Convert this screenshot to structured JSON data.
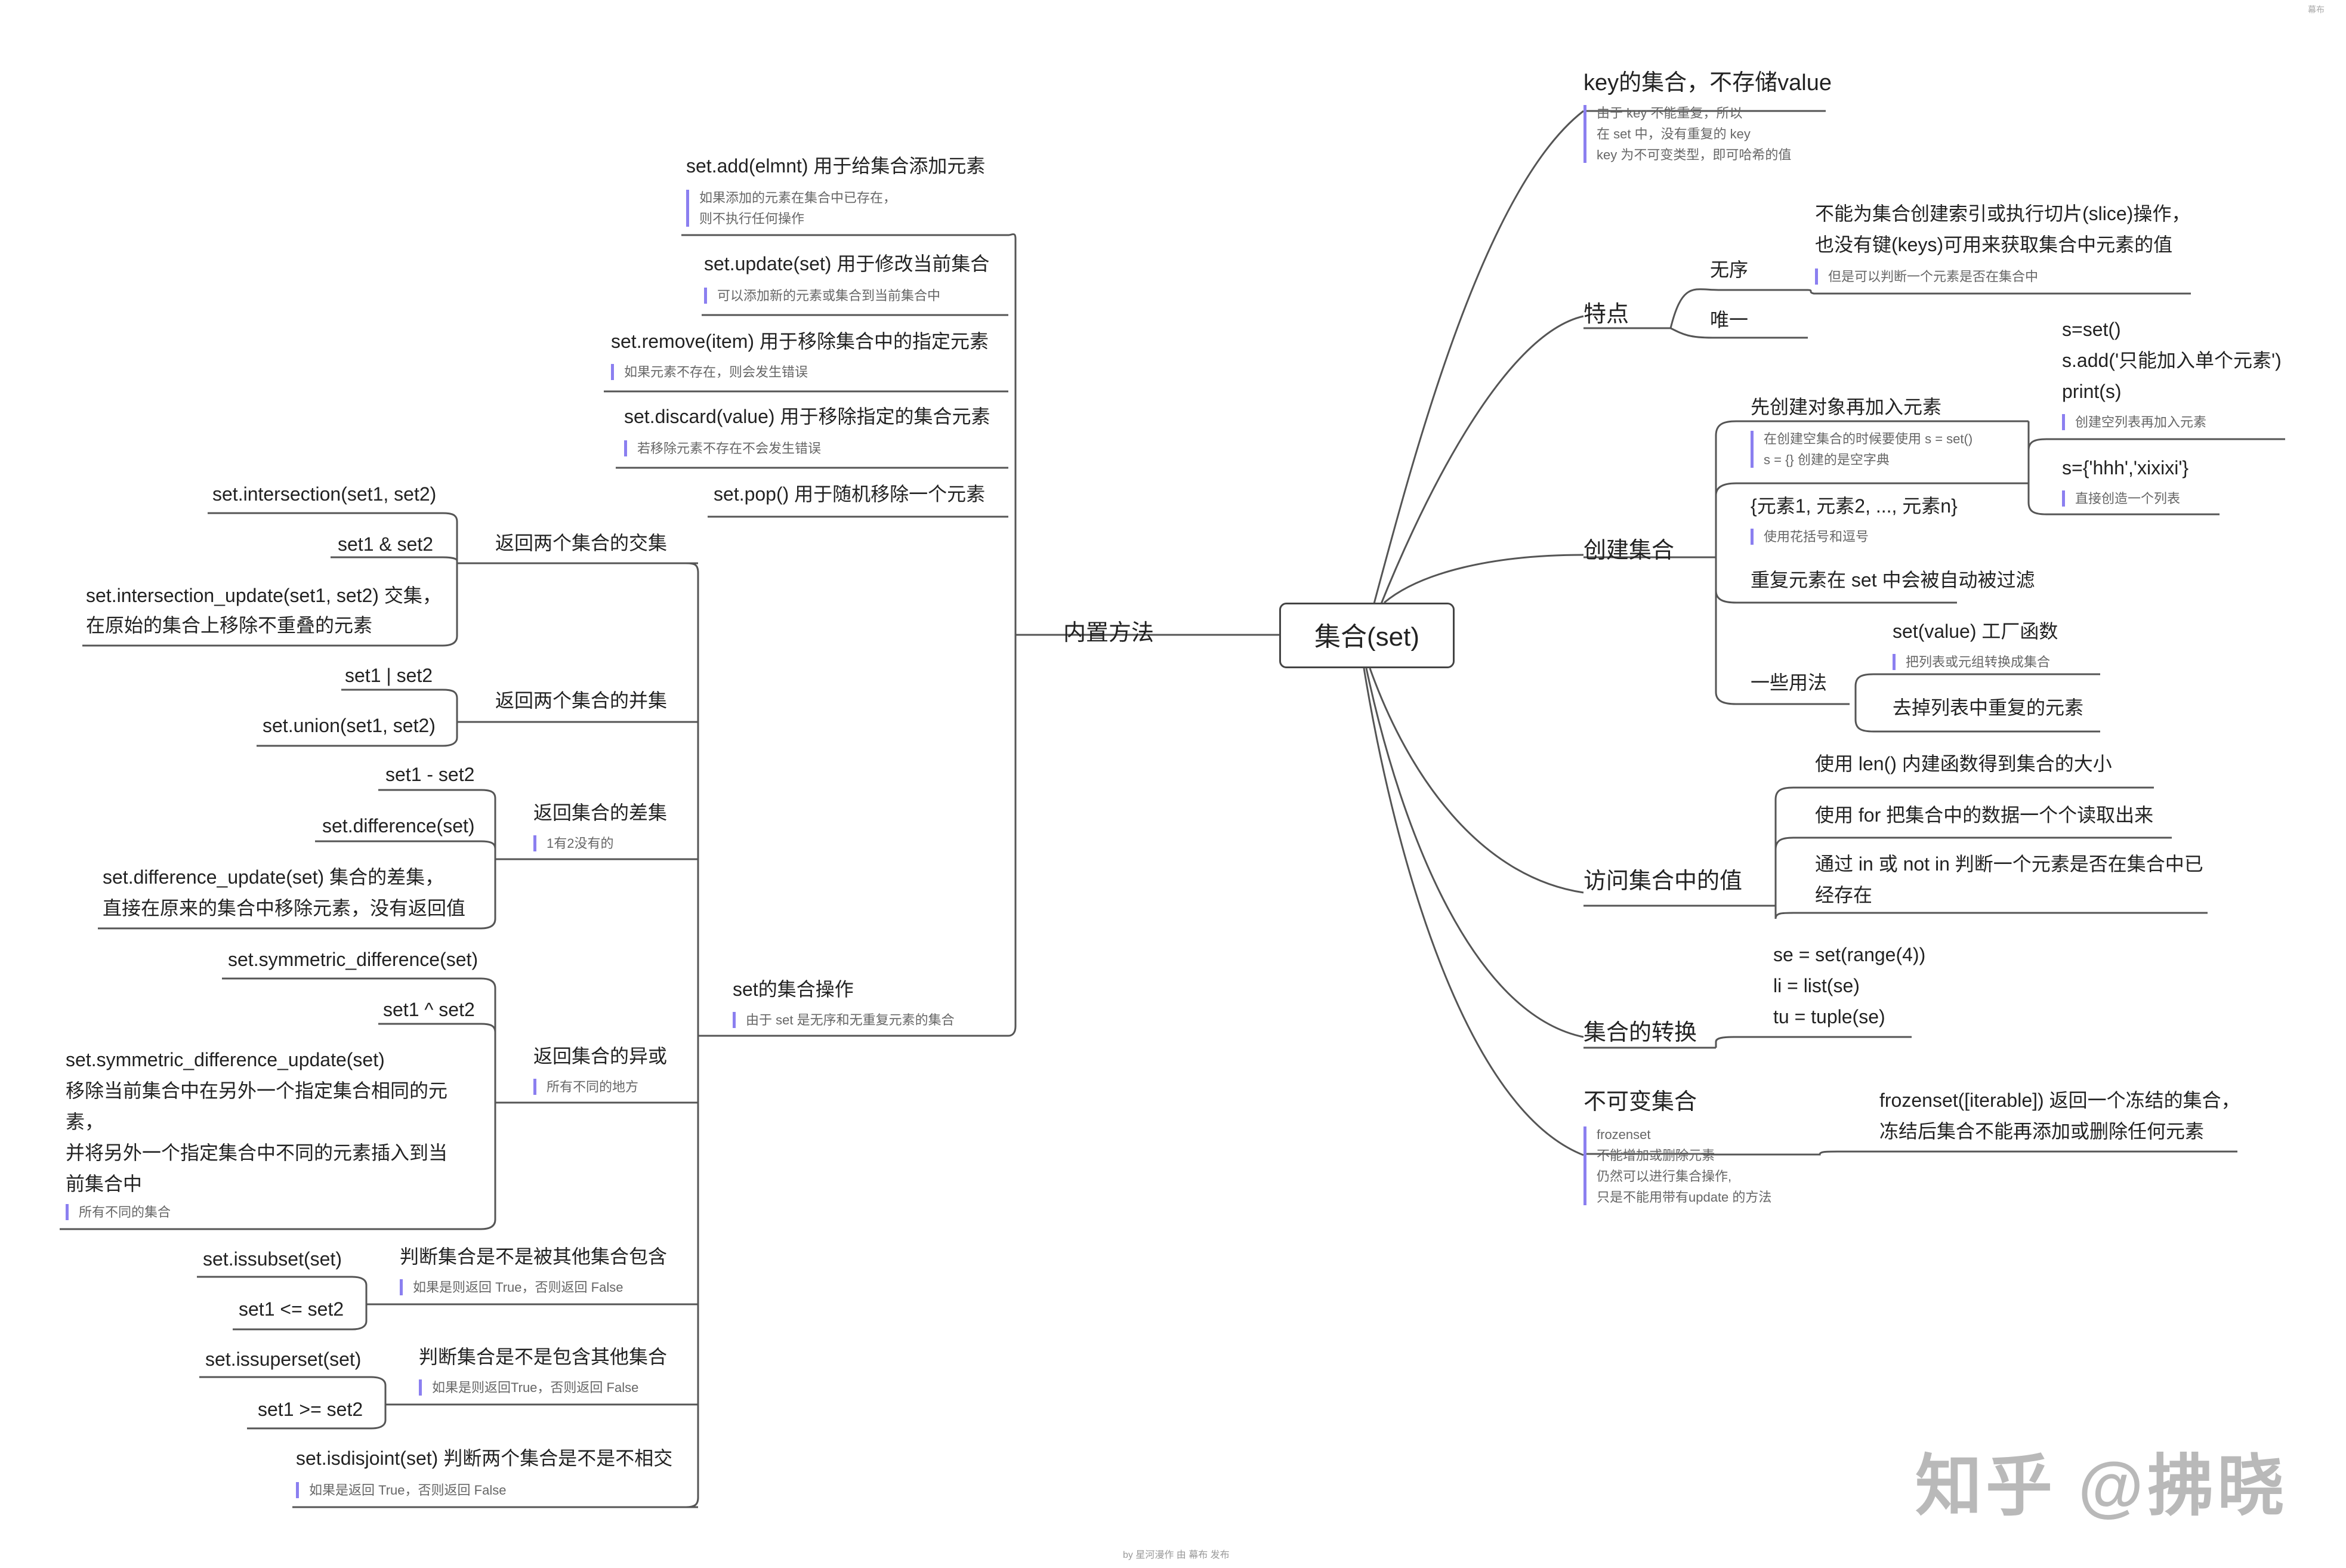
{
  "root": "集合(set)",
  "watermark": "知乎 @拂晓",
  "footer": "by 星河漫作 由 幕布 发布",
  "corner_label": "幕布",
  "right": {
    "key_set": {
      "title": "key的集合，不存储value",
      "note": [
        "由于 key 不能重复，所以",
        "在 set 中，没有重复的 key",
        "key 为不可变类型，即可哈希的值"
      ]
    },
    "features": {
      "title": "特点",
      "unordered": "无序",
      "unordered_detail": [
        "不能为集合创建索引或执行切片(slice)操作，",
        "也没有键(keys)可用来获取集合中元素的值"
      ],
      "unordered_note": "但是可以判断一个元素是否在集合中",
      "unique": "唯一"
    },
    "create": {
      "title": "创建集合",
      "first": "先创建对象再加入元素",
      "first_note": [
        "在创建空集合的时候要使用 s = set()",
        "s = {} 创建的是空字典"
      ],
      "first_code": [
        "s=set()",
        "s.add('只能加入单个元素')",
        "print(s)"
      ],
      "first_code_note": "创建空列表再加入元素",
      "literal_code": "s={'hhh','xixixi'}",
      "literal_code_note": "直接创造一个列表",
      "braces": "{元素1, 元素2, ..., 元素n}",
      "braces_note": "使用花括号和逗号",
      "dup": "重复元素在 set 中会被自动被过滤",
      "usage": "一些用法",
      "factory": "set(value) 工厂函数",
      "factory_note": "把列表或元组转换成集合",
      "dedupe": "去掉列表中重复的元素"
    },
    "access": {
      "title": "访问集合中的值",
      "items": [
        "使用 len() 内建函数得到集合的大小",
        "使用 for 把集合中的数据一个个读取出来",
        "通过 in 或 not in 判断一个元素是否在集合中已",
        "经存在"
      ]
    },
    "convert": {
      "title": "集合的转换",
      "items": [
        "se = set(range(4))",
        "li = list(se)",
        "tu = tuple(se)"
      ]
    },
    "frozen": {
      "title": "不可变集合",
      "note": [
        "frozenset",
        "不能增加或删除元素",
        "仍然可以进行集合操作,",
        "只是不能用带有update 的方法"
      ],
      "detail": [
        "frozenset([iterable]) 返回一个冻结的集合，",
        "冻结后集合不能再添加或删除任何元素"
      ]
    }
  },
  "left": {
    "builtin": "内置方法",
    "add": "set.add(elmnt) 用于给集合添加元素",
    "add_note": [
      "如果添加的元素在集合中已存在，",
      "则不执行任何操作"
    ],
    "update": "set.update(set) 用于修改当前集合",
    "update_note": "可以添加新的元素或集合到当前集合中",
    "remove": "set.remove(item) 用于移除集合中的指定元素",
    "remove_note": "如果元素不存在，则会发生错误",
    "discard": "set.discard(value) 用于移除指定的集合元素",
    "discard_note": "若移除元素不存在不会发生错误",
    "pop": "set.pop() 用于随机移除一个元素",
    "ops": "set的集合操作",
    "ops_note": "由于 set 是无序和无重复元素的集合",
    "intersection": {
      "title": "返回两个集合的交集",
      "items": [
        "set.intersection(set1, set2)",
        "set1 & set2",
        "set.intersection_update(set1, set2) 交集，",
        "在原始的集合上移除不重叠的元素"
      ]
    },
    "union": {
      "title": "返回两个集合的并集",
      "items": [
        "set1 | set2",
        "set.union(set1, set2)"
      ]
    },
    "difference": {
      "title": "返回集合的差集",
      "note": "1有2没有的",
      "items": [
        "set1 - set2",
        "set.difference(set)",
        "set.difference_update(set) 集合的差集，",
        "直接在原来的集合中移除元素，没有返回值"
      ]
    },
    "symdiff": {
      "title": "返回集合的异或",
      "note": "所有不同的地方",
      "items": [
        "set.symmetric_difference(set)",
        "set1 ^ set2",
        "set.symmetric_difference_update(set)",
        "移除当前集合中在另外一个指定集合相同的元",
        "素，",
        "并将另外一个指定集合中不同的元素插入到当",
        "前集合中"
      ],
      "items_note": "所有不同的集合"
    },
    "subset": {
      "title": "判断集合是不是被其他集合包含",
      "note": "如果是则返回 True，否则返回 False",
      "items": [
        "set.issubset(set)",
        "set1 <= set2"
      ]
    },
    "superset": {
      "title": "判断集合是不是包含其他集合",
      "note": "如果是则返回True，否则返回 False",
      "items": [
        "set.issuperset(set)",
        "set1 >= set2"
      ]
    },
    "disjoint": {
      "title": "set.isdisjoint(set) 判断两个集合是不是不相交",
      "note": "如果是返回 True，否则返回 False"
    }
  }
}
